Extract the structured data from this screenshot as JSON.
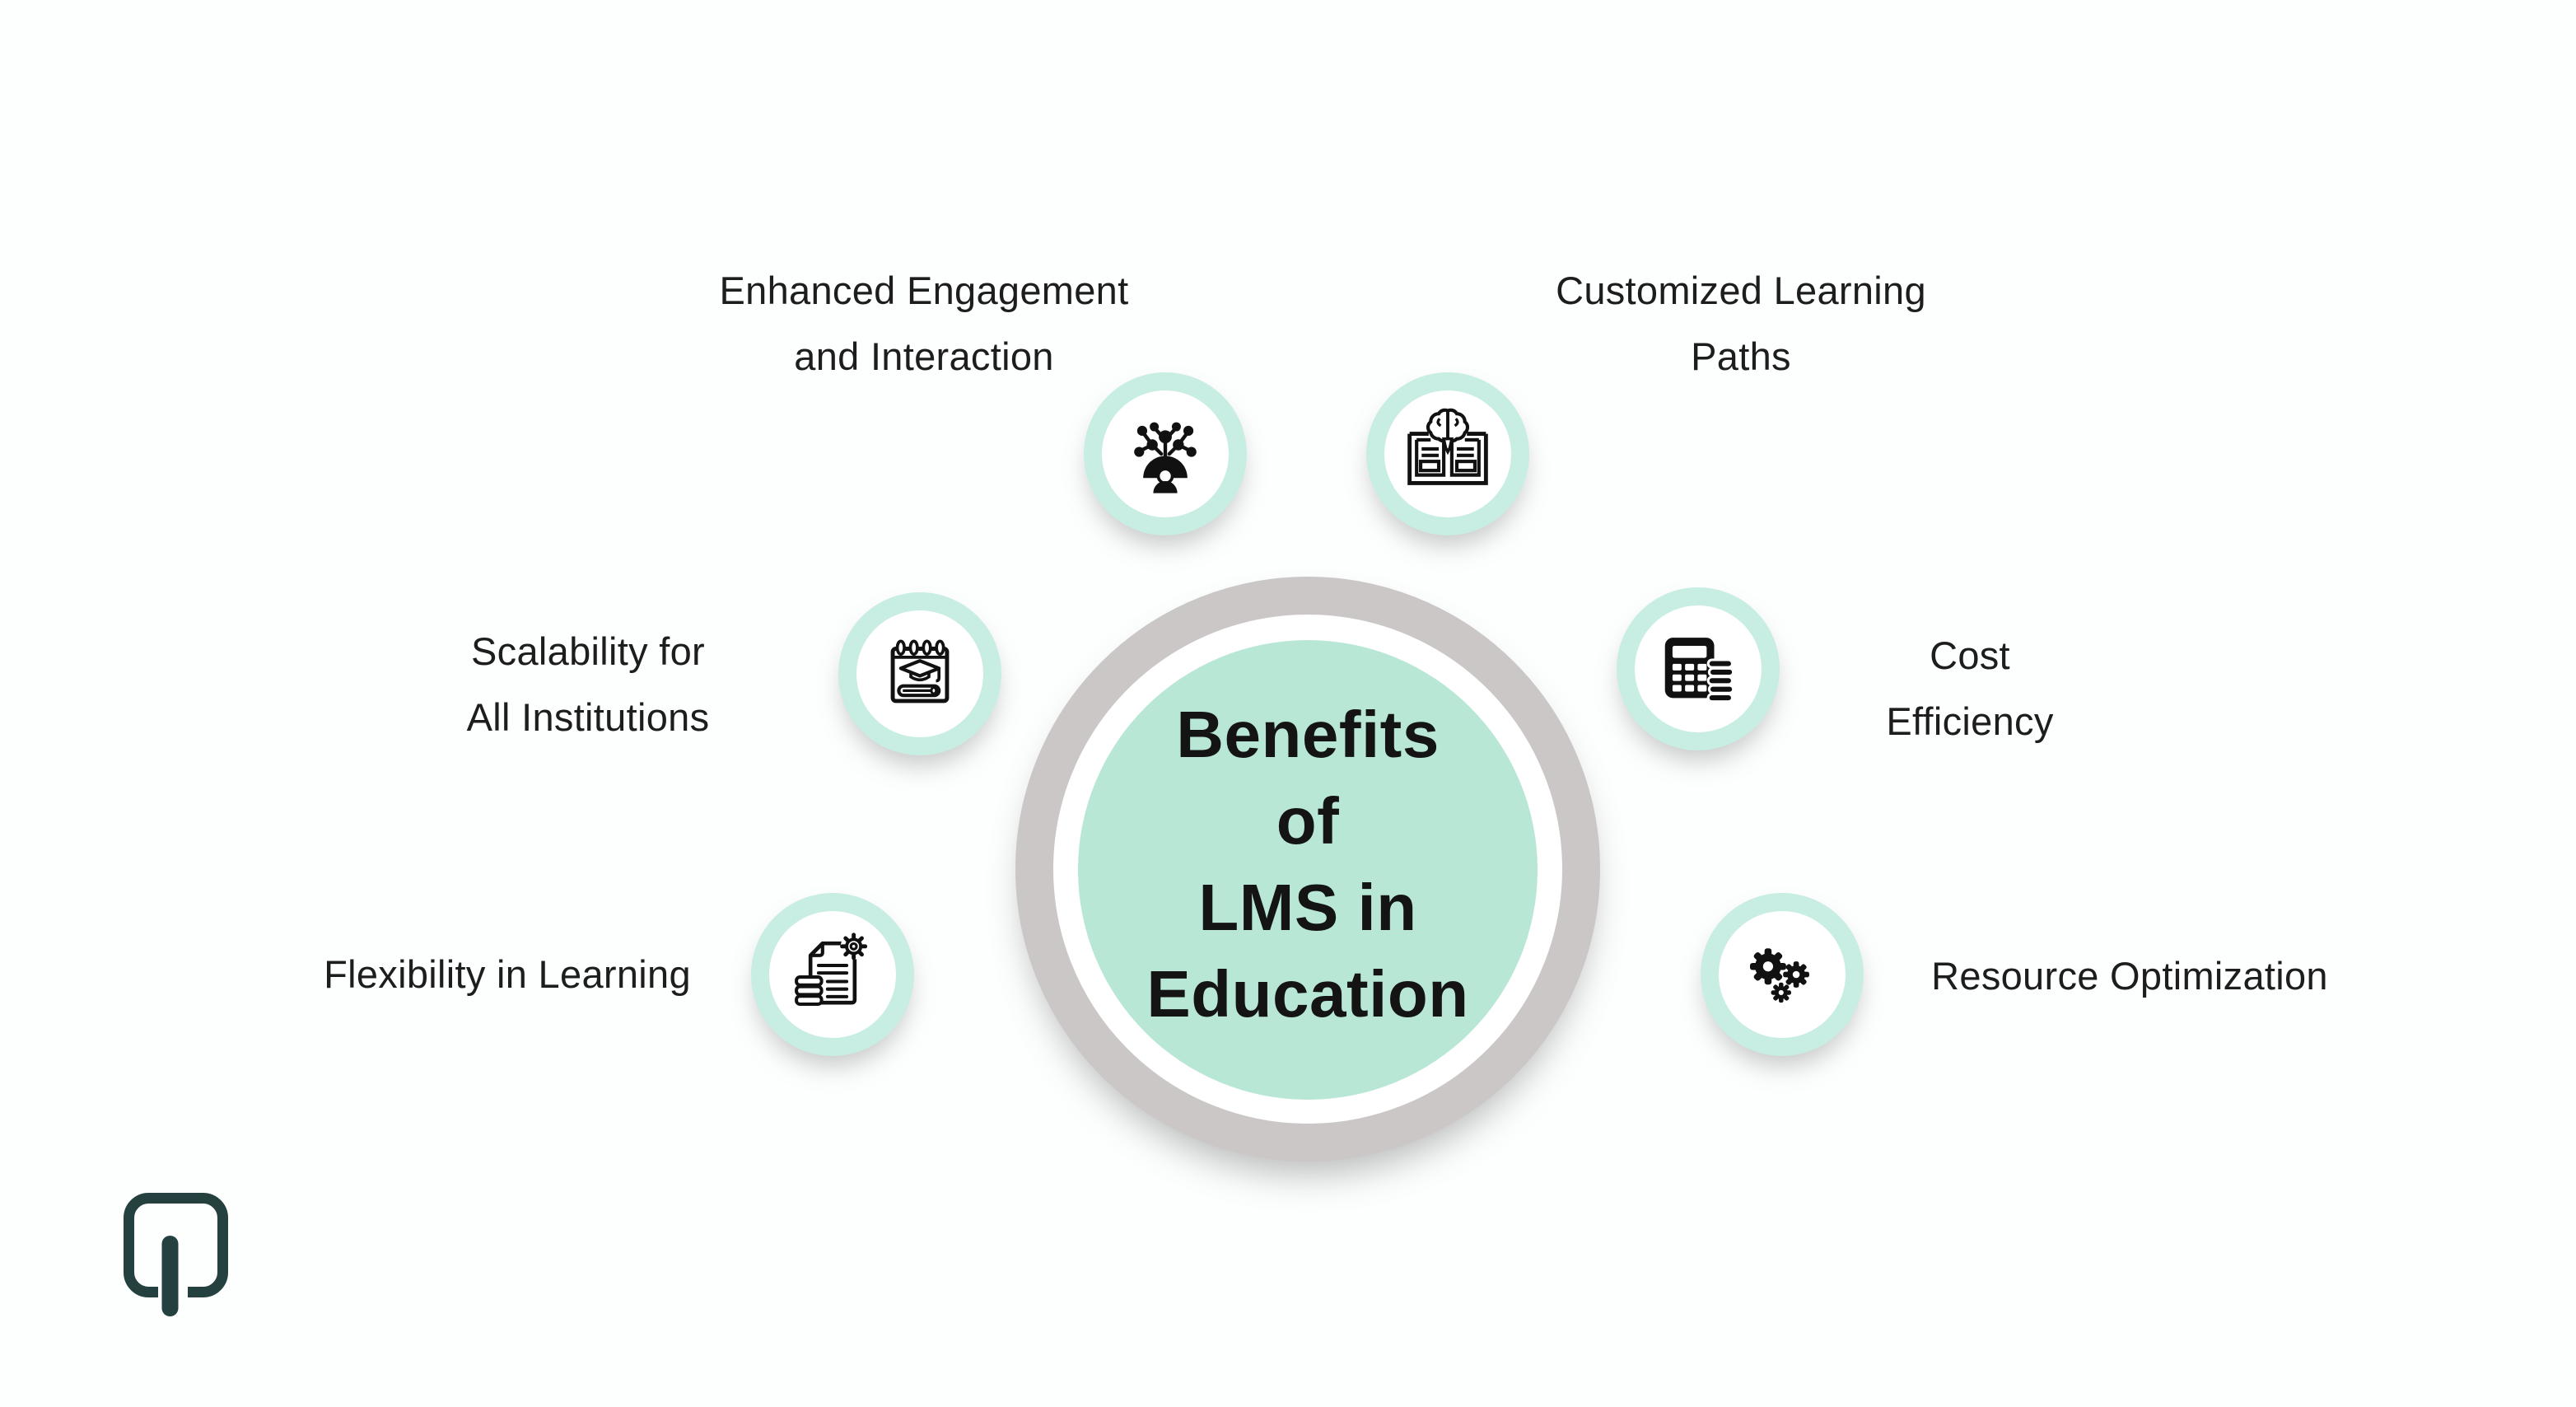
{
  "colors": {
    "bg": "#fdfefe",
    "mint-fill": "#b8e7d6",
    "mint-ring": "#c8ede2",
    "gray-ring": "#cbc7c7",
    "text": "#1d1d1d",
    "title": "#141414",
    "icon": "#111111",
    "logo": "#24403f"
  },
  "center": {
    "lines": [
      "Benefits",
      "of",
      "LMS in",
      "Education"
    ]
  },
  "items": [
    {
      "label_lines": [
        "Enhanced Engagement",
        "and Interaction"
      ],
      "icon": "people-network-icon"
    },
    {
      "label_lines": [
        "Customized Learning",
        "Paths"
      ],
      "icon": "book-brain-icon"
    },
    {
      "label_lines": [
        "Scalability for",
        "All Institutions"
      ],
      "icon": "calendar-graduation-icon"
    },
    {
      "label_lines": [
        "Cost",
        "Efficiency"
      ],
      "icon": "calculator-coins-icon"
    },
    {
      "label_lines": [
        "Flexibility in Learning"
      ],
      "icon": "document-gear-icon"
    },
    {
      "label_lines": [
        "Resource Optimization"
      ],
      "icon": "gears-icon"
    }
  ]
}
